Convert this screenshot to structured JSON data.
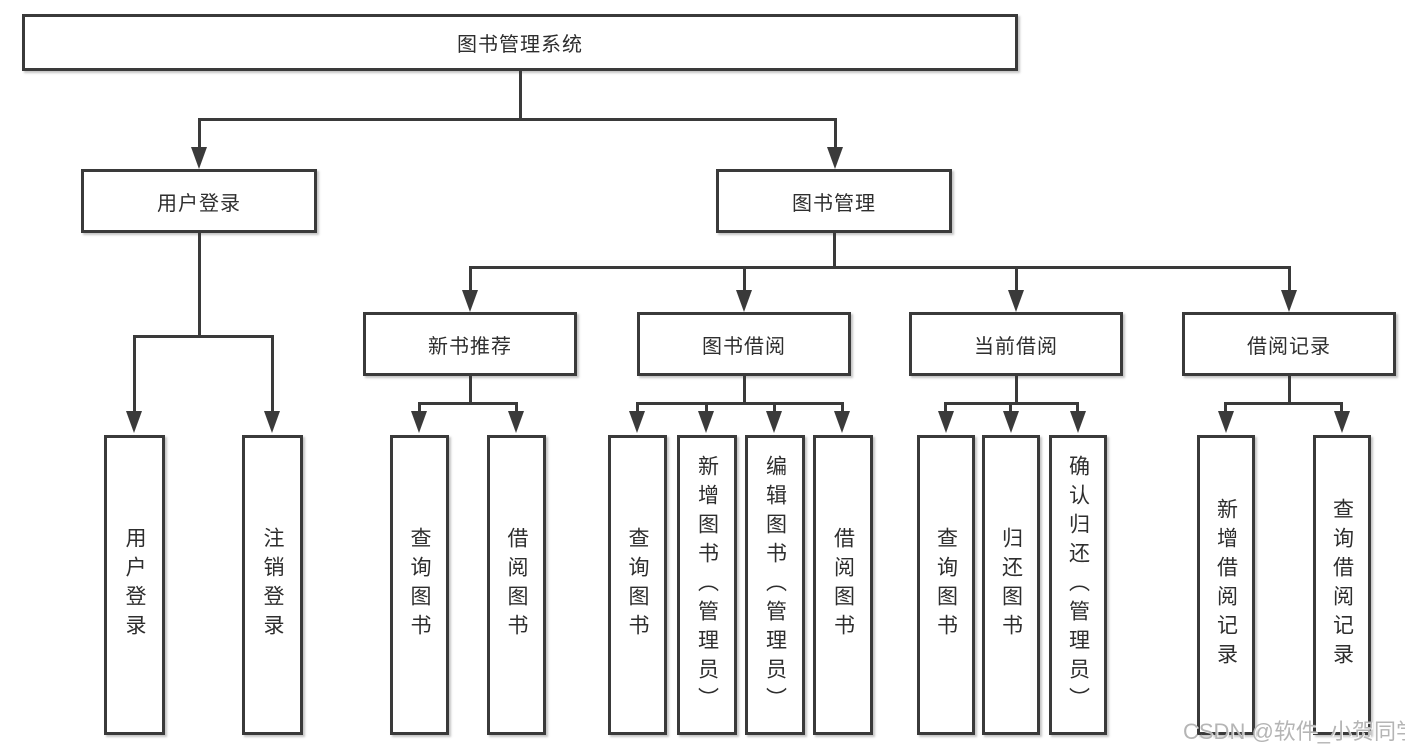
{
  "tree": {
    "root": "图书管理系统",
    "children": [
      {
        "label": "用户登录",
        "children": [
          {
            "label": "用户登录"
          },
          {
            "label": "注销登录"
          }
        ]
      },
      {
        "label": "图书管理",
        "children": [
          {
            "label": "新书推荐",
            "children": [
              {
                "label": "查询图书"
              },
              {
                "label": "借阅图书"
              }
            ]
          },
          {
            "label": "图书借阅",
            "children": [
              {
                "label": "查询图书"
              },
              {
                "label": "新增图书（管理员）"
              },
              {
                "label": "编辑图书（管理员）"
              },
              {
                "label": "借阅图书"
              }
            ]
          },
          {
            "label": "当前借阅",
            "children": [
              {
                "label": "查询图书"
              },
              {
                "label": "归还图书"
              },
              {
                "label": "确认归还（管理员）"
              }
            ]
          },
          {
            "label": "借阅记录",
            "children": [
              {
                "label": "新增借阅记录"
              },
              {
                "label": "查询借阅记录"
              }
            ]
          }
        ]
      }
    ]
  },
  "watermark": {
    "text": "CSDN @软件_小贺同学"
  },
  "colors": {
    "line": "#3a3a3a",
    "text": "#2e2e2e",
    "background": "#ffffff",
    "watermark": "#b5b5b5"
  }
}
